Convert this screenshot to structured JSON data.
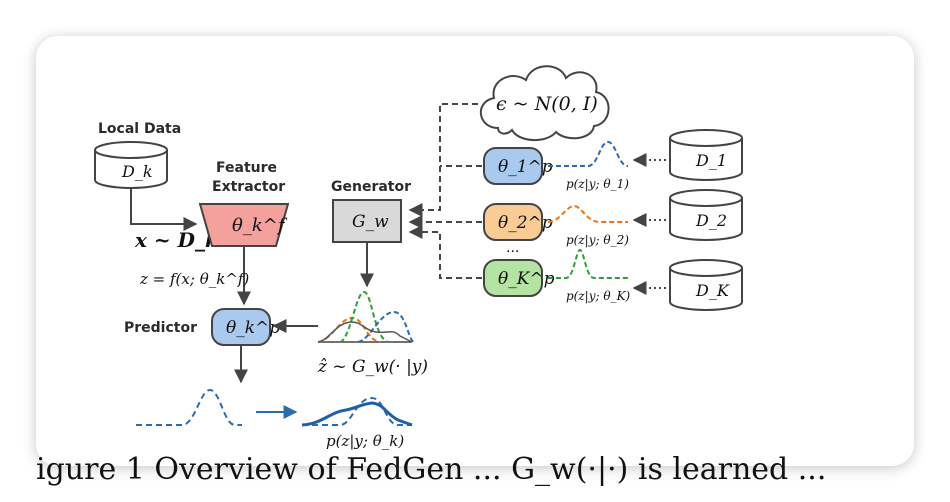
{
  "labels": {
    "local_data": "Local Data",
    "feature_extractor_l1": "Feature",
    "feature_extractor_l2": "Extractor",
    "generator": "Generator",
    "predictor": "Predictor"
  },
  "math": {
    "d_k": "D_k",
    "x_sample": "x ~ D_k",
    "theta_f": "θ_k^f",
    "z_eq": "z = f(x; θ_k^f)",
    "g_w": "G_w",
    "noise": "ϵ ~ N(0, I)",
    "theta_pk": "θ_k^p",
    "theta_1": "θ_1^p",
    "theta_2": "θ_2^p",
    "theta_K": "θ_K^p",
    "dots": "...",
    "p1": "p(z|y; θ_1)",
    "p2": "p(z|y; θ_2)",
    "pK": "p(z|y; θ_K)",
    "D1": "D_1",
    "D2": "D_2",
    "DK": "D_K",
    "zhat": "ẑ ~ G_w(· |y)",
    "pk": "p(z|y; θ_k)"
  },
  "caption_fragment": "igure 1 Overview of FedGen ... G_w(·|·) is learned ...",
  "colors": {
    "feature_extractor": "#f4a09c",
    "predictor": "#a9c9ef",
    "client_blue": "#a9c9ef",
    "client_orange": "#f9cc96",
    "client_green": "#b4e3a2",
    "generator": "#d9d9d9",
    "curve_blue": "#2b6cb0",
    "curve_orange": "#e8751a",
    "curve_green": "#2e9e3a"
  }
}
